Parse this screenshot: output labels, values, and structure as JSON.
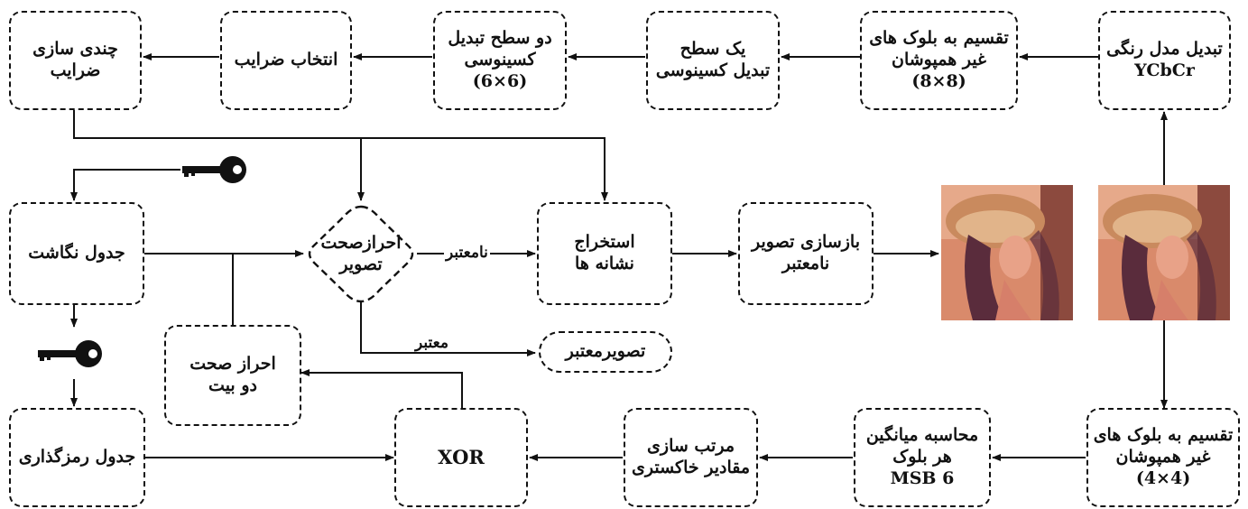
{
  "blocks": {
    "ycbcr": "تبدیل مدل رنگی\nYCbCr",
    "split8": "تقسیم به بلوک های\nغیر همپوشان\n(8×8)",
    "dct1": "یک سطح\nتبدیل کسینوسی",
    "dct2": "دو سطح تبدیل\nکسینوسی\n(6×6)",
    "select": "انتخاب ضرایب",
    "quant": "چندی سازی\nضرایب",
    "mapping": "جدول نگاشت",
    "verify_image": "احرازصحت\nتصویر",
    "extract": "استخراج\nنشانه ها",
    "rebuild": "بازسازی تصویر\nنامعتبر",
    "valid_image": "تصویرمعتبر",
    "verify_bits": "احراز صحت\nدو بیت",
    "encrypt": "جدول رمزگذاری",
    "xor": "XOR",
    "sort": "مرتب سازی\nمقادیر خاکستری",
    "mean": "محاسبه میانگین\nهر بلوک\n6 MSB",
    "split4": "تقسیم به بلوک های\nغیر همپوشان\n(4×4)"
  },
  "edge_labels": {
    "invalid": "نامعتبر",
    "valid": "معتبر"
  },
  "icons": [
    "key-icon",
    "photo-portrait"
  ],
  "colors": {
    "stroke": "#111111",
    "photo_bg": "#d98a6b"
  }
}
